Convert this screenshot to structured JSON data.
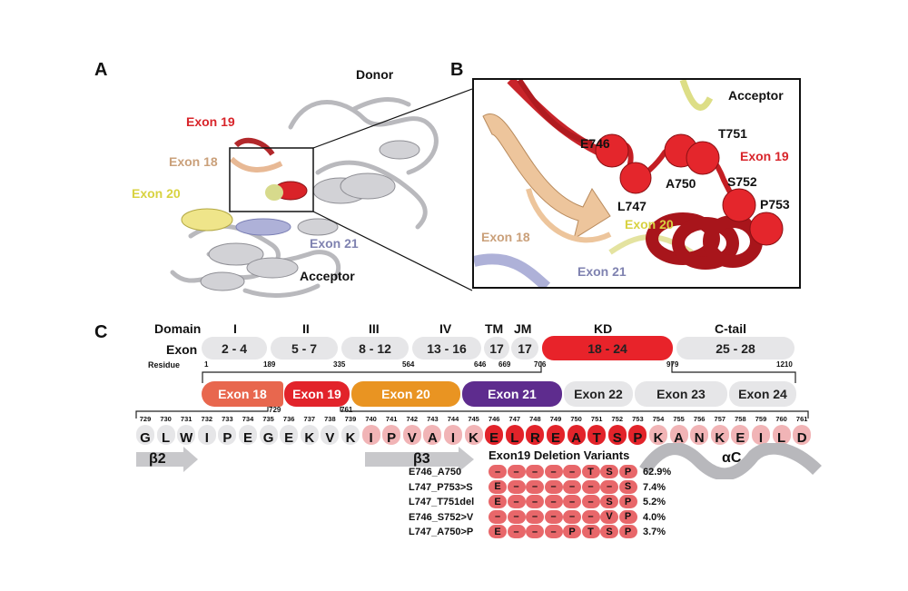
{
  "panels": {
    "a": "A",
    "b": "B",
    "c": "C"
  },
  "panel_a": {
    "donor": "Donor",
    "acceptor": "Acceptor",
    "exon18": "Exon 18",
    "exon19": "Exon 19",
    "exon20": "Exon 20",
    "exon21": "Exon 21"
  },
  "panel_b": {
    "acceptor": "Acceptor",
    "exon19": "Exon 19",
    "exon18": "Exon 18",
    "exon20": "Exon 20",
    "exon21": "Exon 21",
    "residues": [
      "E746",
      "L747",
      "A750",
      "T751",
      "S752",
      "P753"
    ]
  },
  "domains": {
    "row_domain": "Domain",
    "row_exon": "Exon",
    "row_residue": "Residue",
    "names": [
      "I",
      "II",
      "III",
      "IV",
      "TM",
      "JM",
      "KD",
      "C-tail"
    ],
    "exons": [
      "2 - 4",
      "5 - 7",
      "8 - 12",
      "13 - 16",
      "17",
      "17",
      "18 - 24",
      "25 - 28"
    ],
    "residues": [
      "1",
      "189",
      "335",
      "564",
      "646",
      "669",
      "706",
      "979",
      "1210"
    ]
  },
  "exon_bar": {
    "labels": [
      "Exon 18",
      "Exon 19",
      "Exon 20",
      "Exon 21",
      "Exon 22",
      "Exon 23",
      "Exon 24"
    ],
    "marks": [
      "729",
      "761"
    ],
    "colors": [
      "#e8674e",
      "#e2232a",
      "#e99422",
      "#5e2c8e",
      "#e6e6e8",
      "#e6e6e8",
      "#e6e6e8"
    ]
  },
  "sequence": {
    "numbers": [
      "729",
      "730",
      "731",
      "732",
      "733",
      "734",
      "735",
      "736",
      "737",
      "738",
      "739",
      "740",
      "741",
      "742",
      "743",
      "744",
      "745",
      "746",
      "747",
      "748",
      "749",
      "750",
      "751",
      "752",
      "753",
      "754",
      "755",
      "756",
      "757",
      "758",
      "759",
      "760",
      "761"
    ],
    "letters": [
      "G",
      "L",
      "W",
      "I",
      "P",
      "E",
      "G",
      "E",
      "K",
      "V",
      "K",
      "I",
      "P",
      "V",
      "A",
      "I",
      "K",
      "E",
      "L",
      "R",
      "E",
      "A",
      "T",
      "S",
      "P",
      "K",
      "A",
      "N",
      "K",
      "E",
      "I",
      "L",
      "D"
    ]
  },
  "structure": {
    "b2": "β2",
    "b3": "β3",
    "ac": "αC"
  },
  "variants": {
    "title": "Exon19 Deletion Variants",
    "rows": [
      {
        "name": "E746_A750",
        "cells": [
          "–",
          "–",
          "–",
          "–",
          "–",
          "T",
          "S",
          "P"
        ],
        "pct": "62.9%"
      },
      {
        "name": "L747_P753>S",
        "cells": [
          "E",
          "–",
          "–",
          "–",
          "–",
          "–",
          "–",
          "S"
        ],
        "pct": "7.4%"
      },
      {
        "name": "L747_T751del",
        "cells": [
          "E",
          "–",
          "–",
          "–",
          "–",
          "–",
          "S",
          "P"
        ],
        "pct": "5.2%"
      },
      {
        "name": "E746_S752>V",
        "cells": [
          "–",
          "–",
          "–",
          "–",
          "–",
          "–",
          "V",
          "P"
        ],
        "pct": "4.0%"
      },
      {
        "name": "L747_A750>P",
        "cells": [
          "E",
          "–",
          "–",
          "–",
          "P",
          "T",
          "S",
          "P"
        ],
        "pct": "3.7%"
      }
    ]
  }
}
